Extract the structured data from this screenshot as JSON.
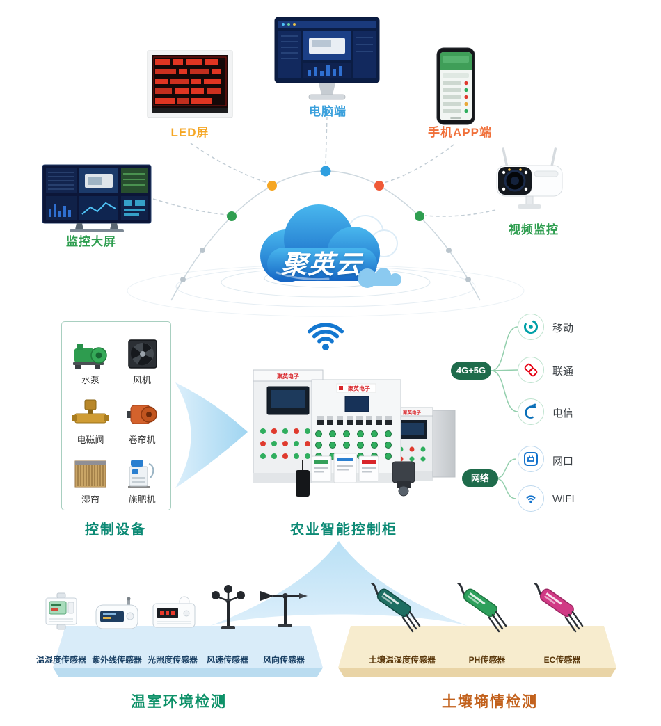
{
  "cloud": {
    "label": "聚英云"
  },
  "top_devices": {
    "monitor_wall": {
      "label": "监控大屏",
      "color": "#2f9e50"
    },
    "led_screen": {
      "label": "LED屏",
      "color": "#f5a623"
    },
    "pc": {
      "label": "电脑端",
      "color": "#3aa0dc"
    },
    "mobile_app": {
      "label": "手机APP端",
      "color": "#f0703a"
    },
    "camera": {
      "label": "视频监控",
      "color": "#2f9e50"
    }
  },
  "control_box": {
    "title": "控制设备",
    "items": [
      {
        "label": "水泵",
        "icon": "water-pump-icon"
      },
      {
        "label": "风机",
        "icon": "exhaust-fan-icon"
      },
      {
        "label": "电磁阀",
        "icon": "solenoid-valve-icon"
      },
      {
        "label": "卷帘机",
        "icon": "roller-motor-icon"
      },
      {
        "label": "湿帘",
        "icon": "wet-curtain-icon"
      },
      {
        "label": "施肥机",
        "icon": "fertilizer-machine-icon"
      }
    ]
  },
  "cabinet": {
    "title": "农业智能控制柜",
    "brand": "聚英电子"
  },
  "connectivity": {
    "cellular": {
      "badge": "4G+5G",
      "carriers": [
        {
          "label": "移动"
        },
        {
          "label": "联通"
        },
        {
          "label": "电信"
        }
      ]
    },
    "network": {
      "badge": "网络",
      "items": [
        {
          "label": "网口"
        },
        {
          "label": "WIFI"
        }
      ]
    }
  },
  "greenhouse": {
    "title": "温室环境检测",
    "sensors": [
      {
        "label": "温湿度传感器"
      },
      {
        "label": "紫外线传感器"
      },
      {
        "label": "光照度传感器"
      },
      {
        "label": "风速传感器"
      },
      {
        "label": "风向传感器"
      }
    ]
  },
  "soil": {
    "title": "土壤墒情检测",
    "sensors": [
      {
        "label": "土壤温湿度传感器"
      },
      {
        "label": "PH传感器"
      },
      {
        "label": "EC传感器"
      }
    ]
  },
  "colors": {
    "cloud_blue": "#1d7fd6",
    "section_teal": "#0d8a75",
    "greenhouse_green": "#0d9168",
    "soil_orange": "#c2611c",
    "badge_green": "#1e6b4b",
    "dot_orange": "#f5a623",
    "dot_blue": "#2f9fe0",
    "dot_red": "#f05a38",
    "dot_green": "#2f9e50"
  }
}
